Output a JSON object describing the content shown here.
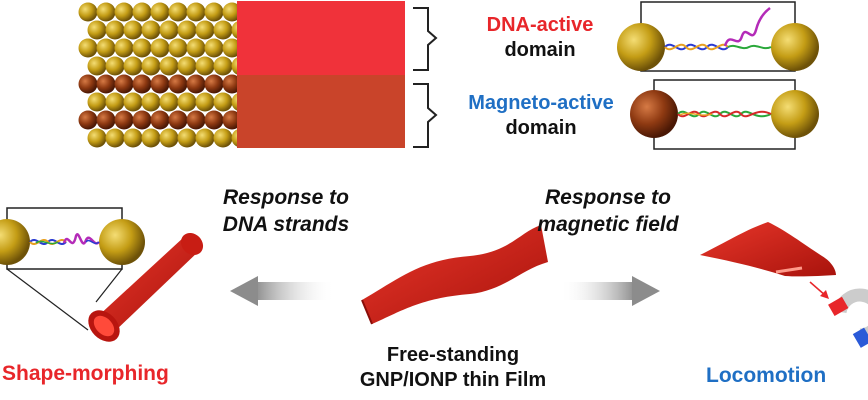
{
  "labels": {
    "dna_active_1": "DNA-active",
    "dna_active_2": "domain",
    "magneto_active_1": "Magneto-active",
    "magneto_active_2": "domain",
    "resp_dna_1": "Response to",
    "resp_dna_2": "DNA strands",
    "resp_mag_1": "Response to",
    "resp_mag_2": "magnetic field",
    "shape_morphing": "Shape-morphing",
    "film_1": "Free-standing",
    "film_2": "GNP/IONP thin Film",
    "locomotion": "Locomotion"
  },
  "colors": {
    "red": "#e8262a",
    "blue": "#1f6fc4",
    "gold": "#b8930b",
    "brown": "#8f3a12",
    "film": "#d42a1f"
  }
}
